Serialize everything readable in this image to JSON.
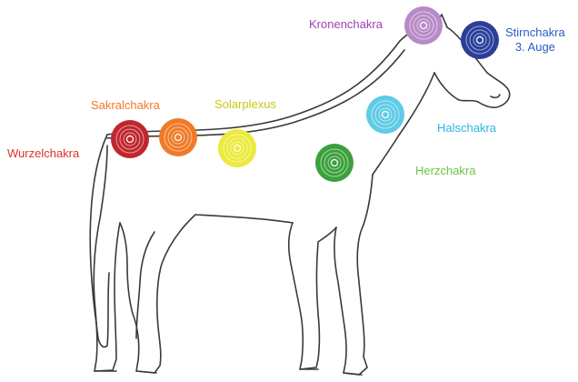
{
  "chakras": [
    {
      "id": "wurzel",
      "label": "Wurzelchakra",
      "color": "#c0262e",
      "text_color": "#e0302a"
    },
    {
      "id": "sakral",
      "label": "Sakralchakra",
      "color": "#f07a27",
      "text_color": "#f07a27"
    },
    {
      "id": "solar",
      "label": "Solarplexus",
      "color": "#ecea3c",
      "text_color": "#c8c818"
    },
    {
      "id": "herz",
      "label": "Herzchakra",
      "color": "#3ca03c",
      "text_color": "#6fc24a"
    },
    {
      "id": "hals",
      "label": "Halschakra",
      "color": "#5fcbe6",
      "text_color": "#2ab6e0"
    },
    {
      "id": "stirn",
      "label": "Stirnchakra",
      "label2": "3. Auge",
      "color": "#2a3f9c",
      "text_color": "#2a5cc4"
    },
    {
      "id": "kronen",
      "label": "Kronenchakra",
      "color": "#b88ac8",
      "text_color": "#a040b8"
    }
  ]
}
